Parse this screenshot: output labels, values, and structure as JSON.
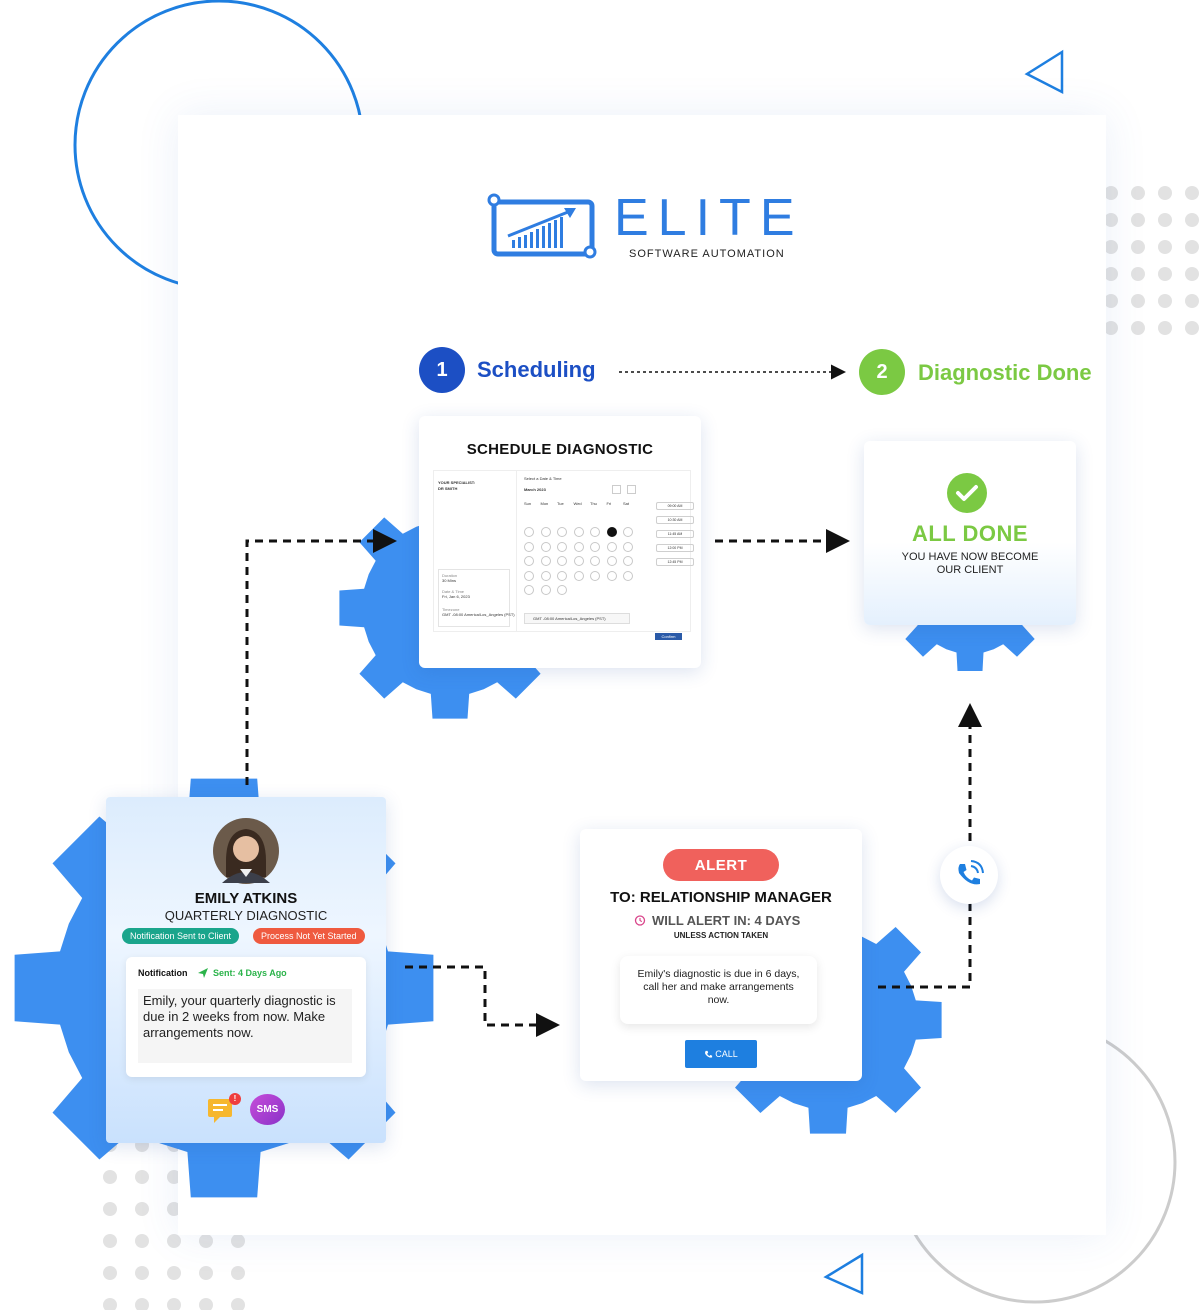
{
  "brand": {
    "name": "ELITE",
    "tagline": "SOFTWARE AUTOMATION",
    "color": "#2f7de1"
  },
  "steps": [
    {
      "number": "1",
      "label": "Scheduling",
      "color": "#1c4fc4"
    },
    {
      "number": "2",
      "label": "Diagnostic Done",
      "color": "#7bc943"
    }
  ],
  "schedule_card": {
    "title": "SCHEDULE DIAGNOSTIC",
    "specialist_label": "YOUR SPECIALIST:",
    "specialist_name": "DR SMITH",
    "select_label": "Select a Date & Time",
    "month": "March 2023",
    "weekdays": [
      "Sun",
      "Mon",
      "Tue",
      "Wed",
      "Thu",
      "Fri",
      "Sat"
    ],
    "time_slots": [
      "09:00 AM",
      "10:30 AM",
      "11:45 AM",
      "12:00 PM",
      "12:45 PM"
    ],
    "duration_label": "Duration",
    "duration_value": "30 Mins",
    "date_label": "Date & Time",
    "date_value": "Fri, Jan 6, 2023",
    "timezone_label": "Timezone",
    "timezone_value": "GMT -08:00 America/Los_Angeles (PST)",
    "timezone_select": "GMT -08:00 America/Los_Angeles (PST)",
    "confirm_label": "Confirm"
  },
  "done_card": {
    "title": "ALL DONE",
    "subtitle_line1": "YOU HAVE NOW BECOME",
    "subtitle_line2": "OUR CLIENT"
  },
  "client_card": {
    "name": "EMILY ATKINS",
    "subtitle": "QUARTERLY DIAGNOSTIC",
    "badge_sent": "Notification Sent to Client",
    "badge_process": "Process Not Yet Started",
    "notification_label": "Notification",
    "sent_label": "Sent: 4 Days Ago",
    "message": "Emily, your quarterly diagnostic is due in 2 weeks from now. Make arrangements now.",
    "sms_label": "SMS",
    "chat_badge": "!"
  },
  "alert_card": {
    "pill": "ALERT",
    "to_line": "TO: RELATIONSHIP MANAGER",
    "will_alert": "WILL ALERT IN: 4 DAYS",
    "unless": "UNLESS ACTION TAKEN",
    "message": "Emily's diagnostic is due in 6 days, call her and make arrangements now.",
    "call_label": "CALL"
  },
  "colors": {
    "gear": "#3d8ff0",
    "accent_blue": "#1e7fe0",
    "green": "#7bc943",
    "alert_red": "#f0615c",
    "badge_green": "#1aa58c",
    "badge_red": "#ef5a3f"
  }
}
